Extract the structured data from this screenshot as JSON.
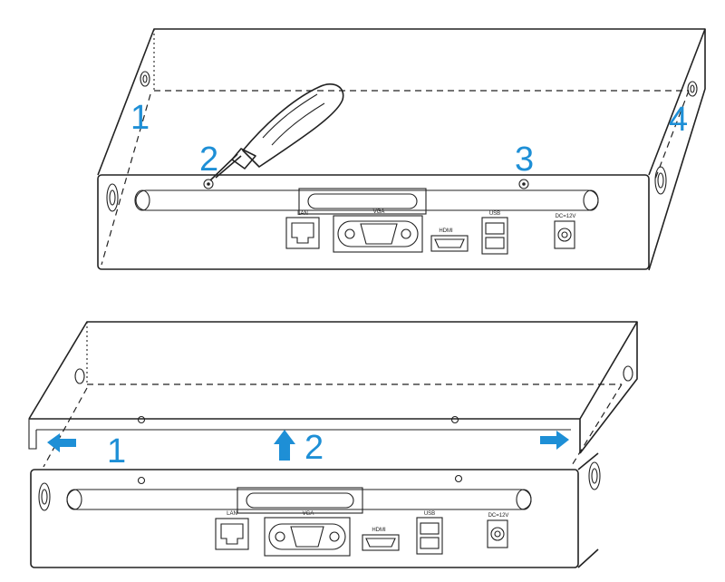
{
  "top_view": {
    "steps": {
      "s1": "1",
      "s2": "2",
      "s3": "3",
      "s4": "4"
    },
    "ports": {
      "lan": "LAN",
      "vga": "VGA",
      "hdmi": "HDMI",
      "usb": "USB",
      "power": "DC=12V"
    }
  },
  "bottom_view": {
    "steps": {
      "s1": "1",
      "s2": "2"
    },
    "ports": {
      "lan": "LAN",
      "vga": "VGA",
      "hdmi": "HDMI",
      "usb": "USB",
      "power": "DC=12V"
    }
  },
  "colors": {
    "accent": "#1e8fd6",
    "line": "#222222",
    "background": "#ffffff"
  },
  "icons": [
    "screwdriver-icon",
    "arrow-left-icon",
    "arrow-up-icon",
    "arrow-right-icon"
  ]
}
